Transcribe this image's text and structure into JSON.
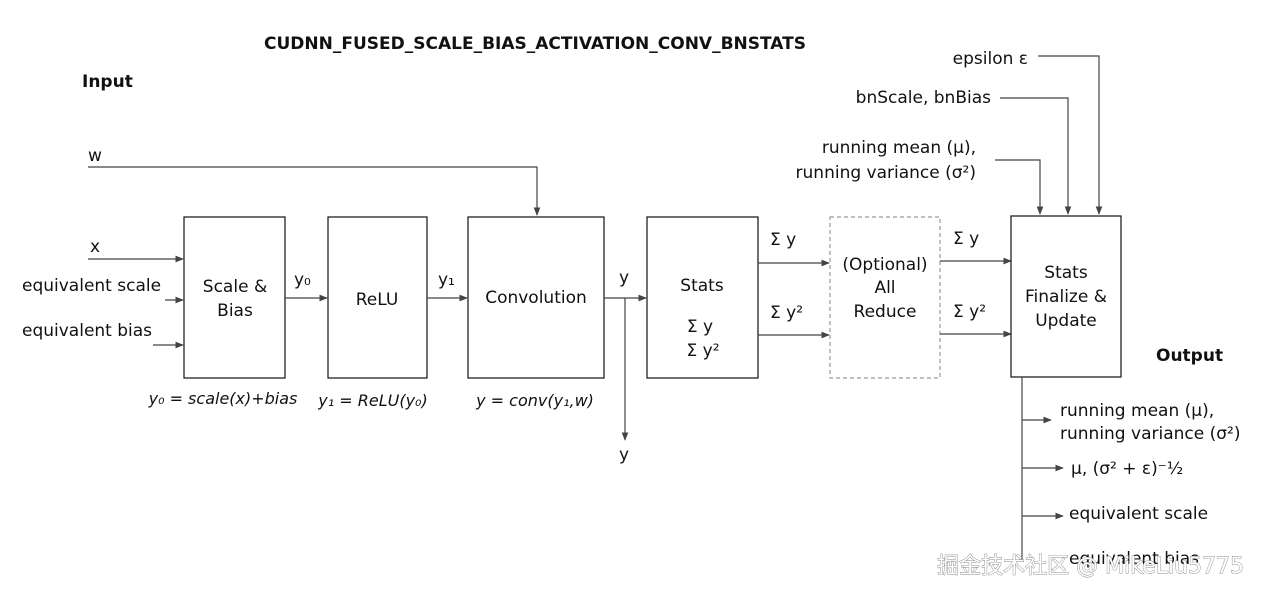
{
  "title": "CUDNN_FUSED_SCALE_BIAS_ACTIVATION_CONV_BNSTATS",
  "section_labels": {
    "input": "Input",
    "output": "Output"
  },
  "inputs": {
    "w": "w",
    "x": "x",
    "equivalent_scale": "equivalent scale",
    "equivalent_bias": "equivalent bias",
    "epsilon": "epsilon ε",
    "bnscale_bnbias": "bnScale, bnBias",
    "running_mean": "running mean (μ),",
    "running_variance": "running variance (σ²)"
  },
  "blocks": {
    "scale_bias": [
      "Scale &",
      "Bias"
    ],
    "relu": "ReLU",
    "convolution": "Convolution",
    "stats": {
      "title": "Stats",
      "line1": "Σ y",
      "line2": "Σ y²"
    },
    "allreduce": [
      "(Optional)",
      "All",
      "Reduce"
    ],
    "finalize": [
      "Stats",
      "Finalize &",
      "Update"
    ]
  },
  "signals": {
    "y0": "y₀",
    "y1": "y₁",
    "y_conv": "y",
    "y_out": "y",
    "sum_y_a": "Σ y",
    "sum_y2_a": "Σ y²",
    "sum_y_b": "Σ y",
    "sum_y2_b": "Σ y²"
  },
  "formulas": {
    "scale_bias": "y₀ = scale(x)+bias",
    "relu": "y₁ = ReLU(y₀)",
    "conv": "y = conv(y₁,w)"
  },
  "outputs": {
    "running_mean": "running mean (μ),",
    "running_variance": "running variance (σ²)",
    "mu_invstd": "μ,  (σ² + ε)⁻½",
    "equivalent_scale": "equivalent scale",
    "equivalent_bias": "equivalent bias"
  },
  "watermark": "掘金技术社区 @ MikeLiu5775"
}
